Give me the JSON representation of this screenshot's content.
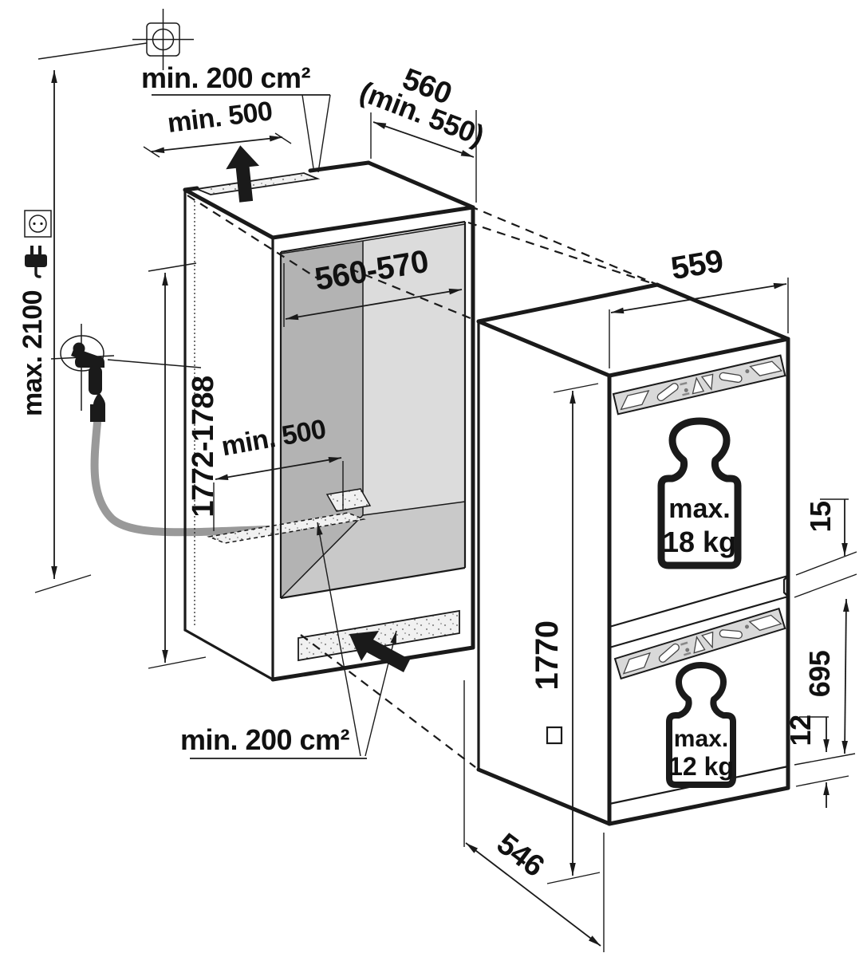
{
  "diagram": {
    "type": "appliance-installation-drawing",
    "labels": {
      "top_vent_area": "min. 200 cm²",
      "top_vent_width": "min. 500",
      "niche_depth": "560",
      "niche_depth_min": "(min. 550)",
      "interior_width": "560-570",
      "niche_height": "1772-1788",
      "power_height": "max. 2100",
      "floor_vent_width": "min. 500",
      "bottom_vent_area": "min. 200 cm²",
      "appliance_width": "559",
      "appliance_height": "1770",
      "upper_gap": "15",
      "lower_door_height": "695",
      "bottom_gap": "12",
      "appliance_depth": "546",
      "upper_weight_max": "max.",
      "upper_weight_value": "18 kg",
      "lower_weight_max": "max.",
      "lower_weight_value": "12 kg"
    },
    "icons": [
      "screw-fixing",
      "power-socket",
      "power-plug",
      "water-tap",
      "water-drop",
      "drain-hose",
      "airflow-arrow-top",
      "airflow-arrow-bottom",
      "weight-18kg",
      "weight-12kg",
      "mounting-rail"
    ],
    "colors": {
      "line": "#1a1a1a",
      "wall_left": "#b3b3b3",
      "wall_back": "#dcdcdc",
      "floor": "#c9c9c9",
      "rail": "#d9d9d9",
      "hose": "#999999",
      "vent_fill": "#f1f1f1"
    }
  }
}
